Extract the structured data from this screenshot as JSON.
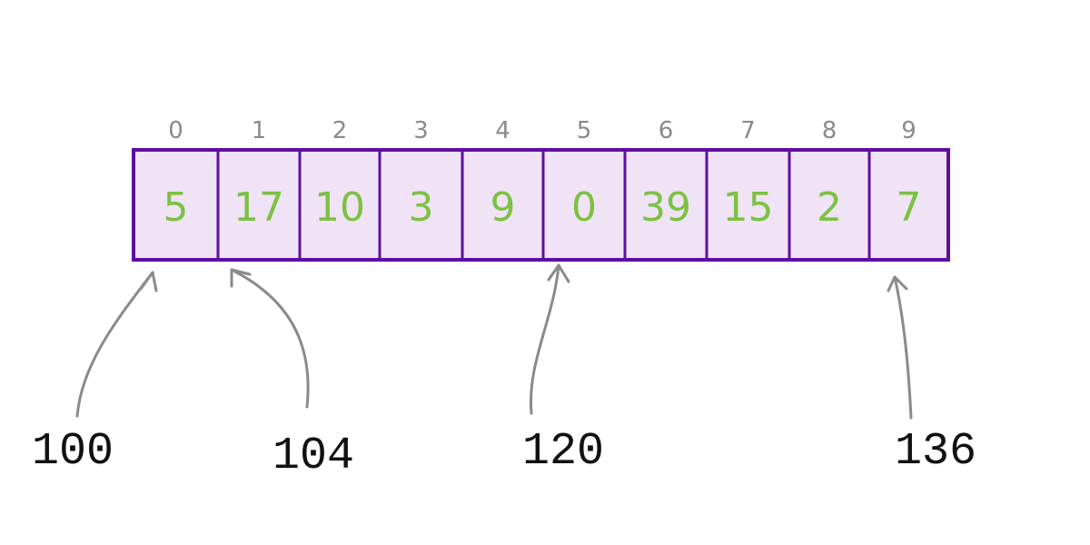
{
  "array": {
    "indices": [
      "0",
      "1",
      "2",
      "3",
      "4",
      "5",
      "6",
      "7",
      "8",
      "9"
    ],
    "values": [
      "5",
      "17",
      "10",
      "3",
      "9",
      "0",
      "39",
      "15",
      "2",
      "7"
    ]
  },
  "addresses": [
    {
      "label": "100",
      "points_to_index": 0
    },
    {
      "label": "104",
      "points_to_index": 1
    },
    {
      "label": "120",
      "points_to_index": 5
    },
    {
      "label": "136",
      "points_to_index": 9
    }
  ],
  "colors": {
    "border": "#5f0f9f",
    "cell_fill": "#efe3f5",
    "value": "#7cc142",
    "index": "#8a8a8a",
    "arrow": "#8a8a8a"
  }
}
